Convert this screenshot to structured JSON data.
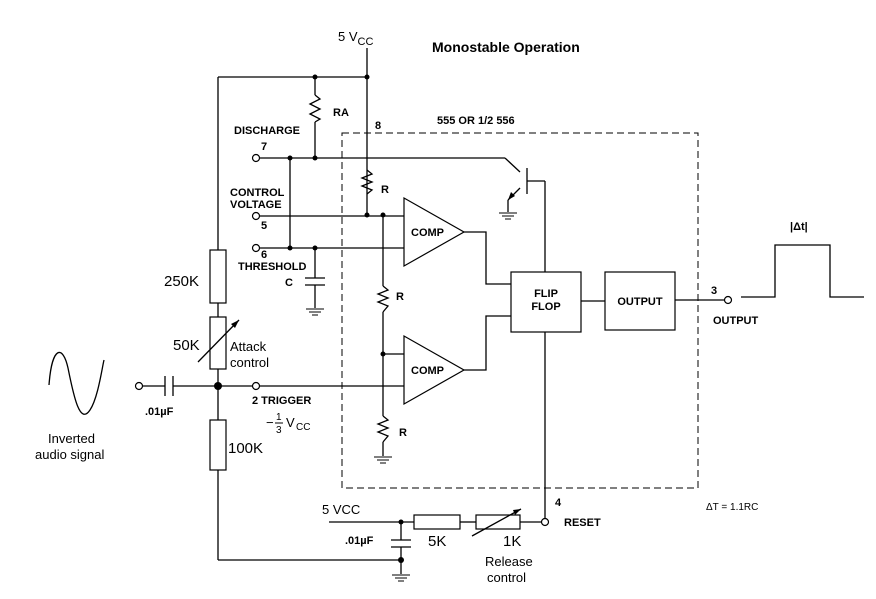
{
  "title": "Monostable Operation",
  "chip_label": "555 OR 1/2 556",
  "vcc_top": {
    "main": "5 V",
    "sub": "CC"
  },
  "vcc_bottom": "5 VCC",
  "pins": {
    "discharge": {
      "number": "7",
      "label": "DISCHARGE"
    },
    "control": {
      "number": "5",
      "label_line1": "CONTROL",
      "label_line2": "VOLTAGE"
    },
    "threshold": {
      "number": "6",
      "label": "THRESHOLD"
    },
    "trigger": {
      "label": "2 TRIGGER",
      "level_prefix": "−",
      "level_num": "1",
      "level_den": "3",
      "level_v": "V",
      "level_sub": "CC"
    },
    "vcc": {
      "number": "8"
    },
    "output": {
      "number": "3",
      "label": "OUTPUT"
    },
    "reset": {
      "number": "4",
      "label": "RESET"
    }
  },
  "blocks": {
    "comp_top": "COMP",
    "comp_bottom": "COMP",
    "flipflop_line1": "FLIP",
    "flipflop_line2": "FLOP",
    "output": "OUTPUT"
  },
  "components": {
    "ra": "RA",
    "r_top": "R",
    "r_mid": "R",
    "r_bot": "R",
    "c": "C",
    "r250k": "250K",
    "pot50k": "50K",
    "attack_line1": "Attack",
    "attack_line2": "control",
    "r100k": "100K",
    "cap_input": ".01µF",
    "cap_reset": ".01µF",
    "r5k": "5K",
    "pot1k": "1K",
    "release_line1": "Release",
    "release_line2": "control"
  },
  "input_label_line1": "Inverted",
  "input_label_line2": "audio signal",
  "pulse_label": "|Δt|",
  "formula": "ΔT = 1.1RC"
}
